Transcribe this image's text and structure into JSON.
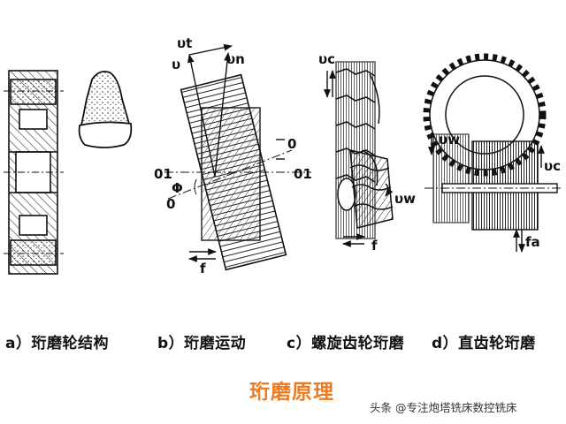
{
  "labels": {
    "b_vt": "υt",
    "b_v": "υ",
    "b_vn": "υn",
    "b_o_top": "0",
    "b_o1_left": "01",
    "b_o1_right": "01",
    "b_phi": "Φ",
    "b_o_bottom": "0",
    "b_f": "f",
    "c_vc": "υc",
    "c_vw": "υw",
    "c_f": "f",
    "d_vw": "υw",
    "d_vc": "υc",
    "d_fa": "fa"
  },
  "captions": {
    "a": "a）珩磨轮结构",
    "b": "b）珩磨运动",
    "c": "c）螺旋齿轮珩磨",
    "d": "d）直齿轮珩磨"
  },
  "title": "珩磨原理",
  "watermark": "头条 @专注炮塔铣床数控铣床",
  "colors": {
    "title": "#f07a1e",
    "ink": "#1a1a1a"
  }
}
